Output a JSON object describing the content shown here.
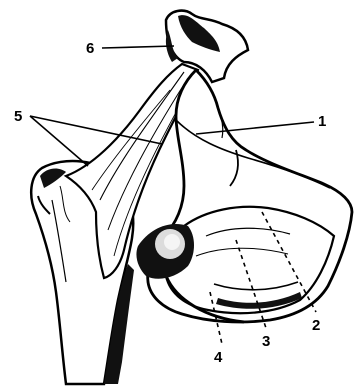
{
  "diagram": {
    "callouts": [
      {
        "id": "1",
        "text": "1"
      },
      {
        "id": "2",
        "text": "2"
      },
      {
        "id": "3",
        "text": "3"
      },
      {
        "id": "4",
        "text": "4"
      },
      {
        "id": "5",
        "text": "5"
      },
      {
        "id": "6",
        "text": "6"
      }
    ],
    "colors": {
      "ink": "#000000",
      "paper": "#ffffff",
      "shadow": "#111111"
    }
  }
}
